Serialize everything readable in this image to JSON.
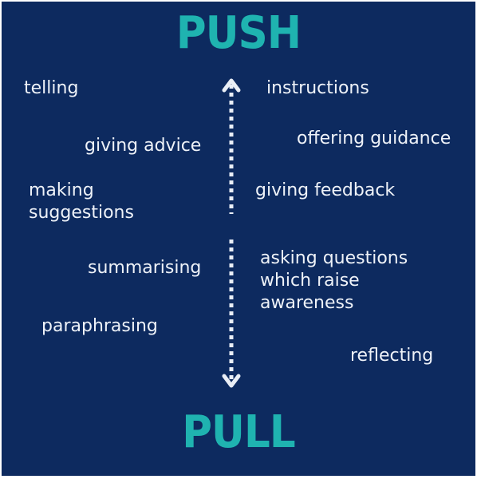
{
  "diagram": {
    "top_heading": "PUSH",
    "bottom_heading": "PULL",
    "colors": {
      "background": "#0d2a5f",
      "heading": "#1fb3b0",
      "text": "#eef2f8",
      "arrow": "#e9eef6"
    },
    "left_items": {
      "telling": "telling",
      "giving_advice": "giving advice",
      "making_suggestions": [
        "making",
        "suggestions"
      ],
      "summarising": "summarising",
      "paraphrasing": "paraphrasing"
    },
    "right_items": {
      "instructions": "instructions",
      "offering_guidance": "offering guidance",
      "giving_feedback": "giving feedback",
      "asking_questions": [
        "asking questions",
        "which raise",
        "awareness"
      ],
      "reflecting": "reflecting"
    }
  }
}
